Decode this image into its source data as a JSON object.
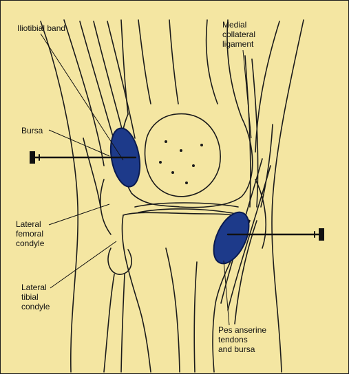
{
  "labels": {
    "iliotibial_band": "Iliotibial band",
    "medial_collateral_ligament": "Medial\ncollateral\nligament",
    "bursa": "Bursa",
    "lateral_femoral_condyle": "Lateral\nfemoral\ncondyle",
    "lateral_tibial_condyle": "Lateral\ntibial\ncondyle",
    "pes_anserine": "Pes anserine\ntendons\nand bursa"
  },
  "colors": {
    "background": "#f4e6a2",
    "ink": "#1b1b1b",
    "bursa_fill": "#1d3a8a",
    "bursa_outline": "#0a1a4e"
  }
}
